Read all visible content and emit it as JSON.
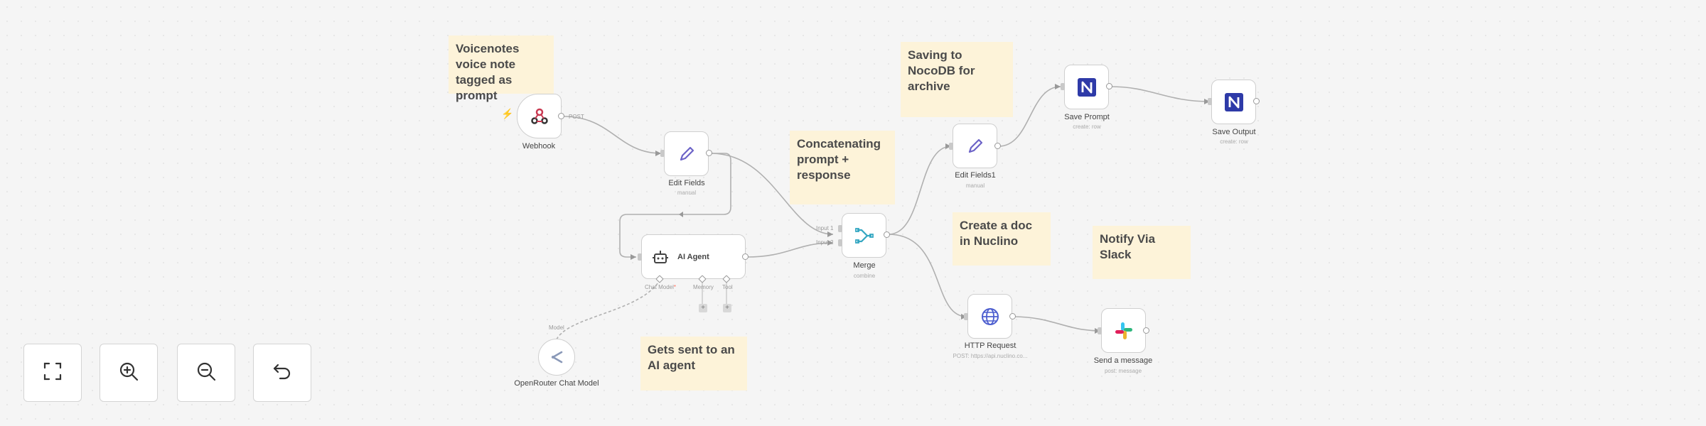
{
  "notes": {
    "voicenote": "Voicenotes voice note tagged as prompt",
    "nocodb": "Saving to NocoDB for archive",
    "concat": "Concatenating prompt + response",
    "nuclino": "Create a doc in Nuclino",
    "slack": "Notify Via Slack",
    "agent": "Gets sent to an AI agent"
  },
  "nodes": {
    "webhook": {
      "title": "Webhook",
      "out_label": "POST",
      "icon": "webhook-icon"
    },
    "edit_fields": {
      "title": "Edit Fields",
      "subtitle": "manual",
      "icon": "pencil-icon"
    },
    "ai_agent": {
      "title": "AI Agent",
      "icon": "robot-icon",
      "port_labels": {
        "chat_model": "Chat Model",
        "memory": "Memory",
        "tool": "Tool"
      },
      "required_mark": "*"
    },
    "openrouter": {
      "title": "OpenRouter Chat Model",
      "port_label": "Model",
      "icon": "openrouter-icon"
    },
    "merge": {
      "title": "Merge",
      "subtitle": "combine",
      "input1": "Input 1",
      "input2": "Input 2",
      "icon": "merge-icon"
    },
    "edit_fields1": {
      "title": "Edit Fields1",
      "subtitle": "manual",
      "icon": "pencil-icon"
    },
    "save_prompt": {
      "title": "Save Prompt",
      "subtitle": "create: row",
      "icon": "nocodb-icon"
    },
    "save_output": {
      "title": "Save Output",
      "subtitle": "create: row",
      "icon": "nocodb-icon"
    },
    "http_request": {
      "title": "HTTP Request",
      "subtitle": "POST: https://api.nuclino.co...",
      "icon": "globe-icon"
    },
    "send_message": {
      "title": "Send a message",
      "subtitle": "post: message",
      "icon": "slack-icon"
    }
  },
  "controls": [
    {
      "name": "fit-view",
      "icon": "fullscreen-icon"
    },
    {
      "name": "zoom-in",
      "icon": "zoom-in-icon"
    },
    {
      "name": "zoom-out",
      "icon": "zoom-out-icon"
    },
    {
      "name": "reset-zoom",
      "icon": "undo-icon"
    }
  ],
  "colors": {
    "sticky": "#fdf3d9",
    "pencil": "#6c63c7",
    "merge": "#35a7c2",
    "nocodb": "#2e3aa8",
    "globe": "#4d5ecf",
    "trigger": "#ff6d5a",
    "edge": "#b0b0b0"
  }
}
